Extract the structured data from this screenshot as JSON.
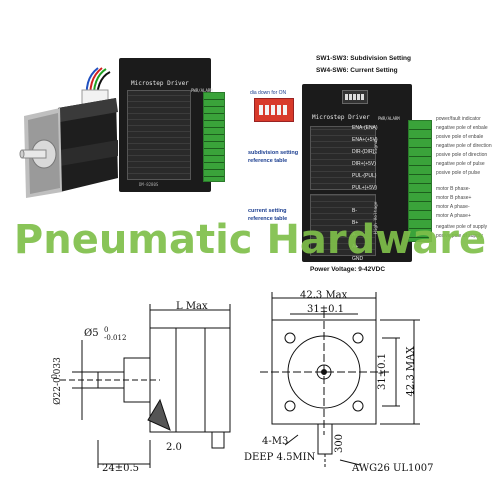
{
  "watermark": "Pneumatic Hardware",
  "driver_small": {
    "title": "Microstep Driver",
    "alarm_label": "PWR/ALARM",
    "model": "DM-8280S"
  },
  "driver_large": {
    "title": "Microstep Driver",
    "alarm_label": "PWR/ALARM",
    "signal_label": "Signal",
    "high_voltage_label": "High Voltage"
  },
  "annotations": {
    "sw_subdivision": "SW1-SW3: Subdivision Setting",
    "sw_current": "SW4-SW6: Current Setting",
    "dial_down": "dia down for ON",
    "subdivision_table": "subdivision setting",
    "subdivision_table2": "reference table",
    "current_table": "current setting",
    "current_table2": "reference table",
    "power_voltage": "Power Voltage: 9-42VDC"
  },
  "terminals": [
    {
      "pin": "ENA-(ENA)",
      "desc": "power/fault indicator"
    },
    {
      "pin": "ENA+(+5V)",
      "desc": "negative pole of enbale"
    },
    {
      "pin": "DIR-(DIR)",
      "desc": "posive pole of enbale"
    },
    {
      "pin": "DIR+(+5V)",
      "desc": "negative pole of direction"
    },
    {
      "pin": "PUL-(PUL)",
      "desc": "posive pole of direction"
    },
    {
      "pin": "PUL+(+5V)",
      "desc": "negative pole of pulse"
    },
    {
      "pin": "B-",
      "desc": "posive pole of pulse"
    },
    {
      "pin": "B+",
      "desc": "motor B phase-"
    },
    {
      "pin": "A-",
      "desc": "motor B phase+"
    },
    {
      "pin": "A+",
      "desc": "motor A phase-"
    },
    {
      "pin": "GND",
      "desc": "motor A phase+"
    },
    {
      "pin": "VCC",
      "desc": "negative pole of supply"
    },
    {
      "pin": "",
      "desc": "posive pole of supply"
    }
  ],
  "drawing": {
    "l_max": "L Max",
    "shaft_dia": "Ø5",
    "shaft_tol": "0 -0.012",
    "boss_dia": "Ø22-0.033",
    "boss_dia_prefix": "0",
    "boss_thk": "2.0",
    "shaft_len": "24±0.5",
    "width_max": "42.3 Max",
    "hole_spacing_top": "31±0.1",
    "hole_spacing_side": "31±0.1",
    "height_max": "42.3 MAX",
    "screws": "4-M3",
    "screw_depth": "DEEP 4.5MIN",
    "cable_len": "300",
    "cable": "AWG26 UL1007"
  },
  "colors": {
    "terminal_green": "#3aa33a",
    "driver_black": "#1b1b1b",
    "watermark": "#7fbf4a",
    "label_blue": "#1a3d8f"
  }
}
